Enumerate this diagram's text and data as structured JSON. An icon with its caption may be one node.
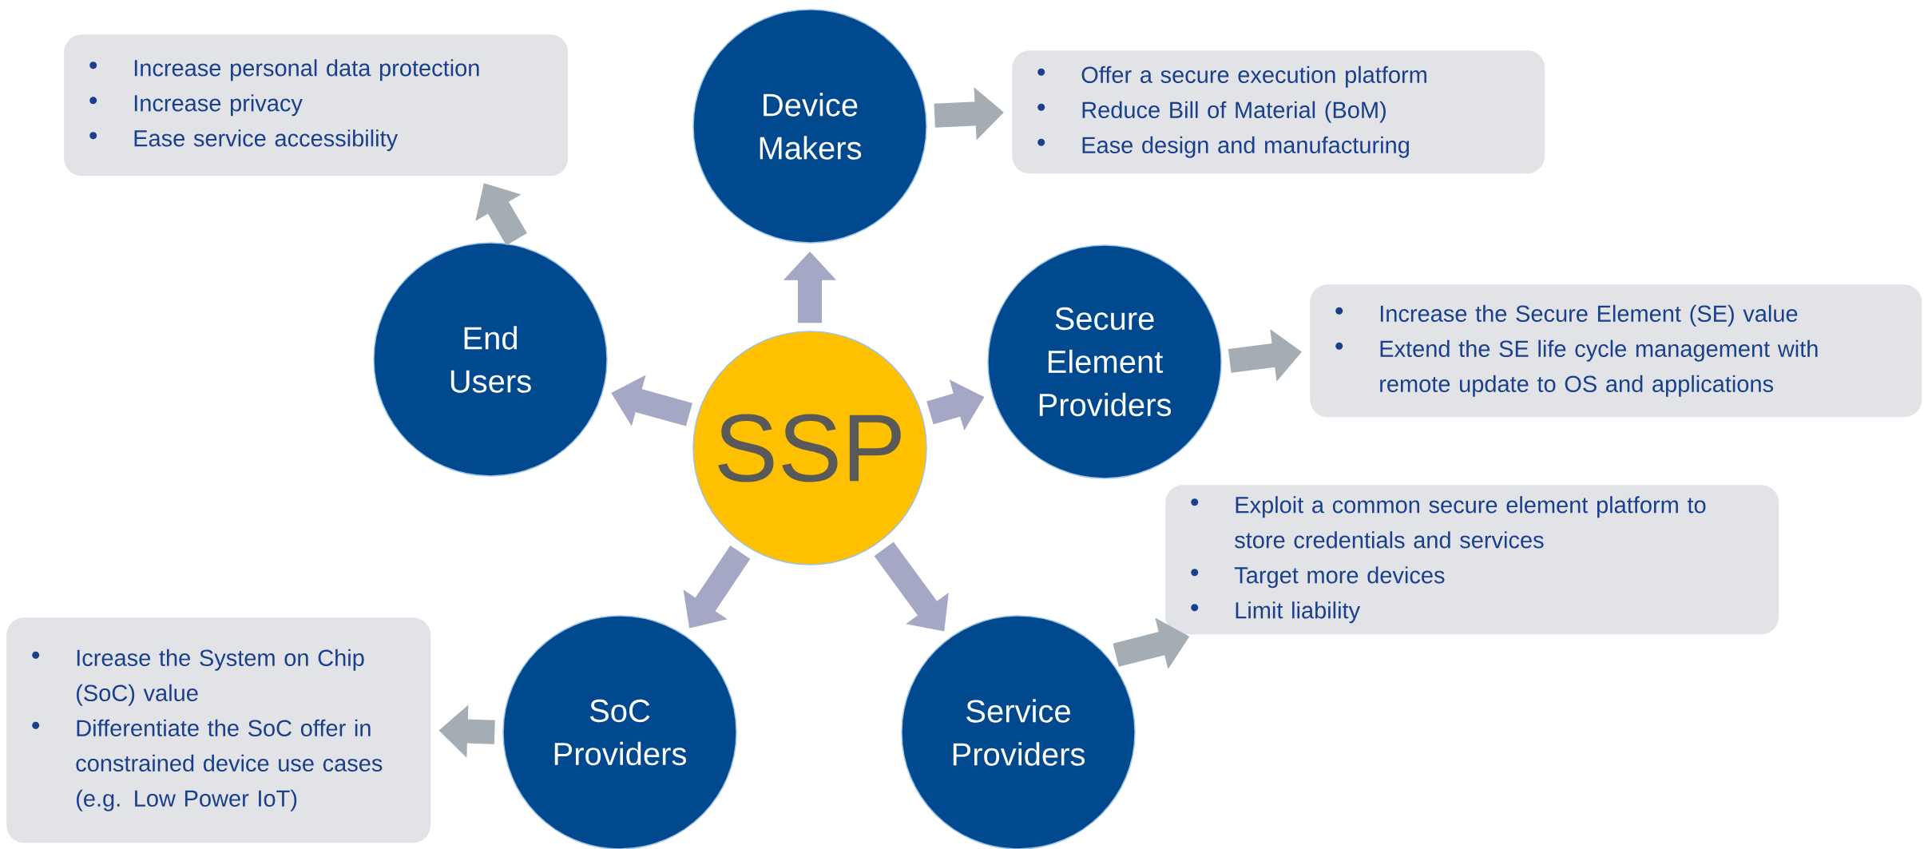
{
  "diagram": {
    "nodes": [
      {
        "text": [
          "SSP"
        ]
      },
      {
        "text": [
          "Device Makers"
        ]
      },
      {
        "text": [
          "Secure Element Providers"
        ]
      },
      {
        "text": [
          "Service Providers"
        ]
      },
      {
        "text": [
          "SoC Providers"
        ]
      },
      {
        "text": [
          "End Users"
        ]
      },
      {
        "text": [
          "Increase personal data protection",
          "Increase privacy",
          "Ease service accessibility"
        ]
      },
      {
        "text": [
          "Offer a secure execution platform",
          "Reduce Bill of Material (BoM)",
          "Ease design and manufacturing"
        ]
      },
      {
        "text": [
          "Increase the Secure Element (SE) value",
          "Extend the SE life cycle management with remote update to OS and applications"
        ]
      },
      {
        "text": [
          "Exploit a common secure element platform to store credentials and services",
          "Target more devices",
          "Limit liability"
        ]
      },
      {
        "text": [
          "Icrease the System on Chip (SoC) value",
          "Differentiate the SoC offer in constrained device use cases (e.g. Low Power IoT)"
        ]
      }
    ],
    "edges": [
      {
        "from": 0,
        "to": 1,
        "arrow": "to",
        "color": "#a4a8c4"
      },
      {
        "from": 0,
        "to": 2,
        "arrow": "to",
        "color": "#a4a8c4"
      },
      {
        "from": 0,
        "to": 3,
        "arrow": "to",
        "color": "#a4a8c4"
      },
      {
        "from": 0,
        "to": 4,
        "arrow": "to",
        "color": "#a4a8c4"
      },
      {
        "from": 0,
        "to": 5,
        "arrow": "to",
        "color": "#a4a8c4"
      },
      {
        "from": 1,
        "to": 7,
        "arrow": "to",
        "color": "#a5adb4"
      },
      {
        "from": 2,
        "to": 8,
        "arrow": "to",
        "color": "#a5adb4"
      },
      {
        "from": 3,
        "to": 9,
        "arrow": "to",
        "color": "#a5adb4"
      },
      {
        "from": 4,
        "to": 10,
        "arrow": "to",
        "color": "#a5adb4"
      },
      {
        "from": 5,
        "to": 6,
        "arrow": "to",
        "color": "#a5adb4"
      }
    ]
  }
}
